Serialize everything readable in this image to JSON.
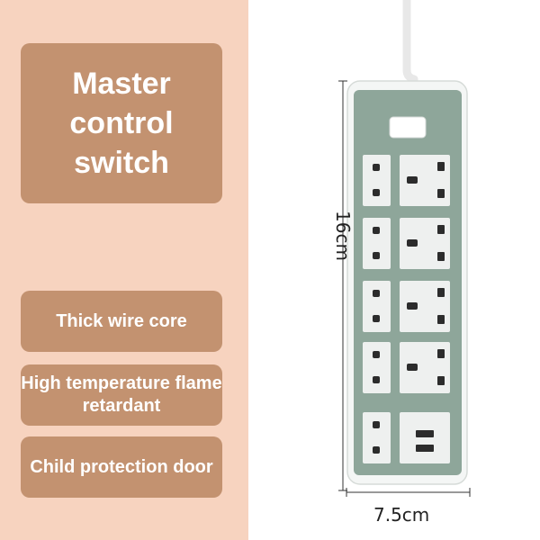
{
  "features": {
    "master": "Master control switch",
    "wire": "Thick wire core",
    "flame": "High temperature flame retardant",
    "child": "Child protection door"
  },
  "dimensions": {
    "height": "16cm",
    "width": "7.5cm"
  },
  "colors": {
    "panel": "#f7d3bf",
    "badge": "#c39270",
    "strip_face": "#8ea69a",
    "strip_frame": "#f4f6f5"
  }
}
